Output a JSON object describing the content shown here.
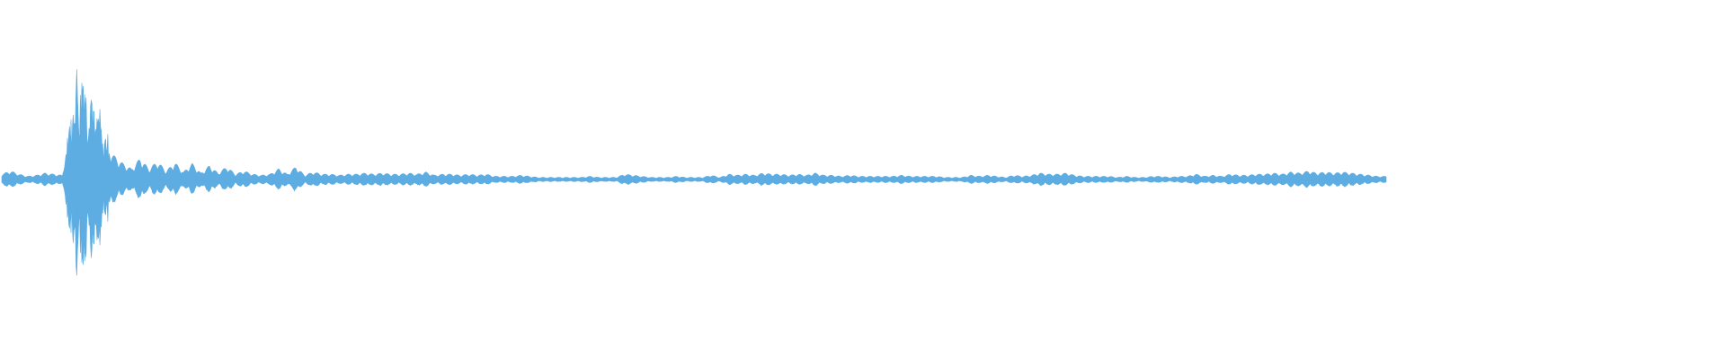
{
  "waveform": {
    "color": "#5dade2",
    "background": "#ffffff",
    "amplitude_envelope": [
      0.05,
      0.08,
      0.05,
      0.03,
      0.04,
      0.06,
      0.05,
      0.04,
      0.6,
      0.95,
      0.8,
      0.55,
      0.35,
      0.22,
      0.15,
      0.1,
      0.2,
      0.1,
      0.17,
      0.08,
      0.16,
      0.07,
      0.15,
      0.06,
      0.13,
      0.06,
      0.12,
      0.05,
      0.08,
      0.05,
      0.04,
      0.05,
      0.1,
      0.05,
      0.12,
      0.04,
      0.07,
      0.05,
      0.05,
      0.04,
      0.05,
      0.05,
      0.06,
      0.05,
      0.06,
      0.05,
      0.05,
      0.06,
      0.05,
      0.07,
      0.04,
      0.05,
      0.05,
      0.04,
      0.05,
      0.04,
      0.05,
      0.03,
      0.03,
      0.03,
      0.04,
      0.03,
      0.02,
      0.02,
      0.02,
      0.02,
      0.02,
      0.02,
      0.03,
      0.02,
      0.02,
      0.02,
      0.05,
      0.04,
      0.03,
      0.02,
      0.02,
      0.02,
      0.03,
      0.02,
      0.02,
      0.02,
      0.04,
      0.02,
      0.05,
      0.04,
      0.05,
      0.04,
      0.06,
      0.05,
      0.05,
      0.04,
      0.05,
      0.04,
      0.06,
      0.04,
      0.04,
      0.03,
      0.04,
      0.03,
      0.03,
      0.03,
      0.03,
      0.03,
      0.04,
      0.03,
      0.03,
      0.03,
      0.03,
      0.02,
      0.02,
      0.02,
      0.04,
      0.03,
      0.04,
      0.03,
      0.02,
      0.04,
      0.03,
      0.04,
      0.06,
      0.05,
      0.05,
      0.06,
      0.04,
      0.03,
      0.03,
      0.03,
      0.03,
      0.02,
      0.03,
      0.02,
      0.02,
      0.03,
      0.03,
      0.02,
      0.03,
      0.03,
      0.05,
      0.03,
      0.04,
      0.03,
      0.05,
      0.04,
      0.04,
      0.05,
      0.05,
      0.06,
      0.05,
      0.07,
      0.06,
      0.08,
      0.06,
      0.07,
      0.06,
      0.07,
      0.06,
      0.05,
      0.04,
      0.03
    ]
  }
}
